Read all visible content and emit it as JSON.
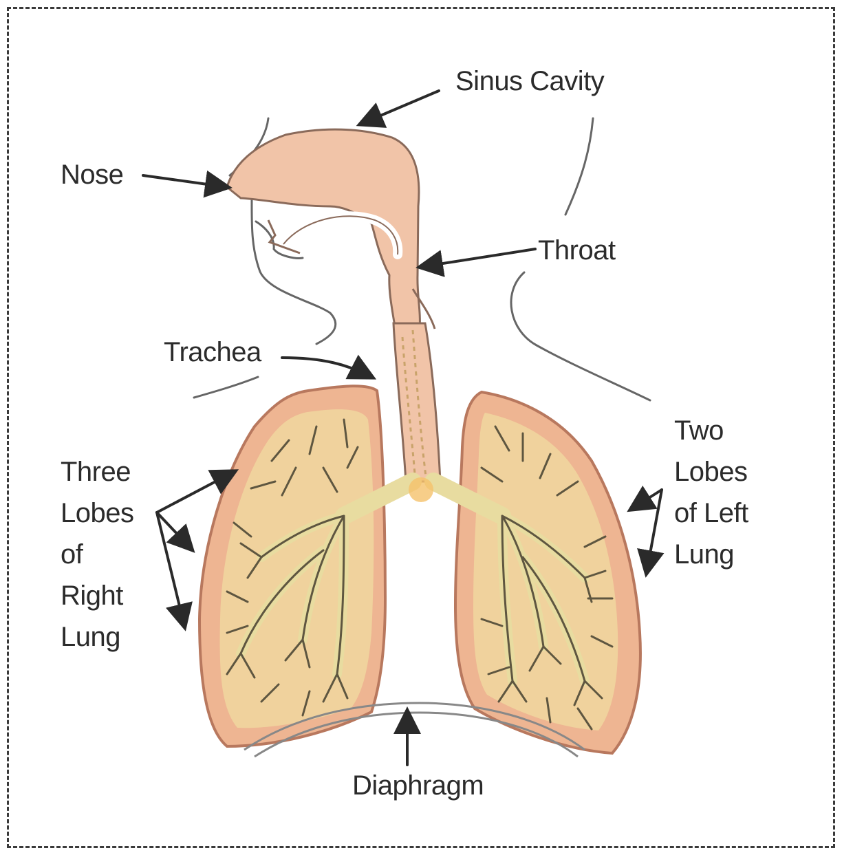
{
  "labels": {
    "sinus_cavity": "Sinus Cavity",
    "nose": "Nose",
    "throat": "Throat",
    "trachea": "Trachea",
    "right_lung": [
      "Three",
      "Lobes",
      "of",
      "Right",
      "Lung"
    ],
    "left_lung": [
      "Two",
      "Lobes",
      "of Left",
      "Lung"
    ],
    "diaphragm": "Diaphragm"
  },
  "colors": {
    "tissue": "#f1c4a8",
    "lung": "#eeb592",
    "lung_edge": "#c9876a",
    "airway": "#f4ecc0",
    "airway_edge": "#d9c980",
    "vessel": "#5e5640",
    "outline": "#555555",
    "arrow": "#2a2a2a"
  }
}
